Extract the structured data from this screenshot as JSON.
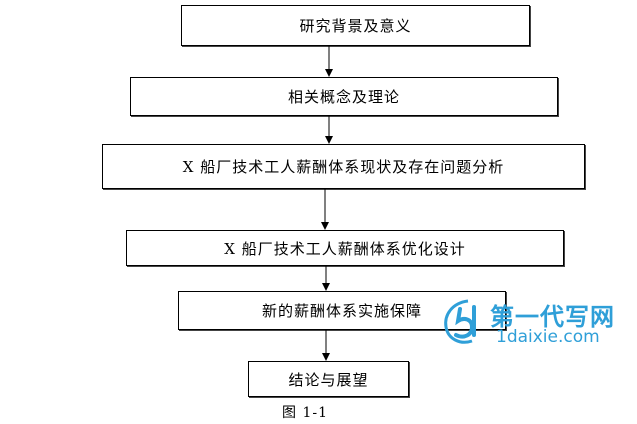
{
  "flowchart": {
    "steps": [
      "研究背景及意义",
      "相关概念及理论",
      "X 船厂技术工人薪酬体系现状及存在问题分析",
      "X 船厂技术工人薪酬体系优化设计",
      "新的薪酬体系实施保障",
      "结论与展望"
    ],
    "caption": "图 1-1"
  },
  "watermark": {
    "title": "第一代写网",
    "url": "1daixie.com",
    "color": "#2f9fd8"
  }
}
